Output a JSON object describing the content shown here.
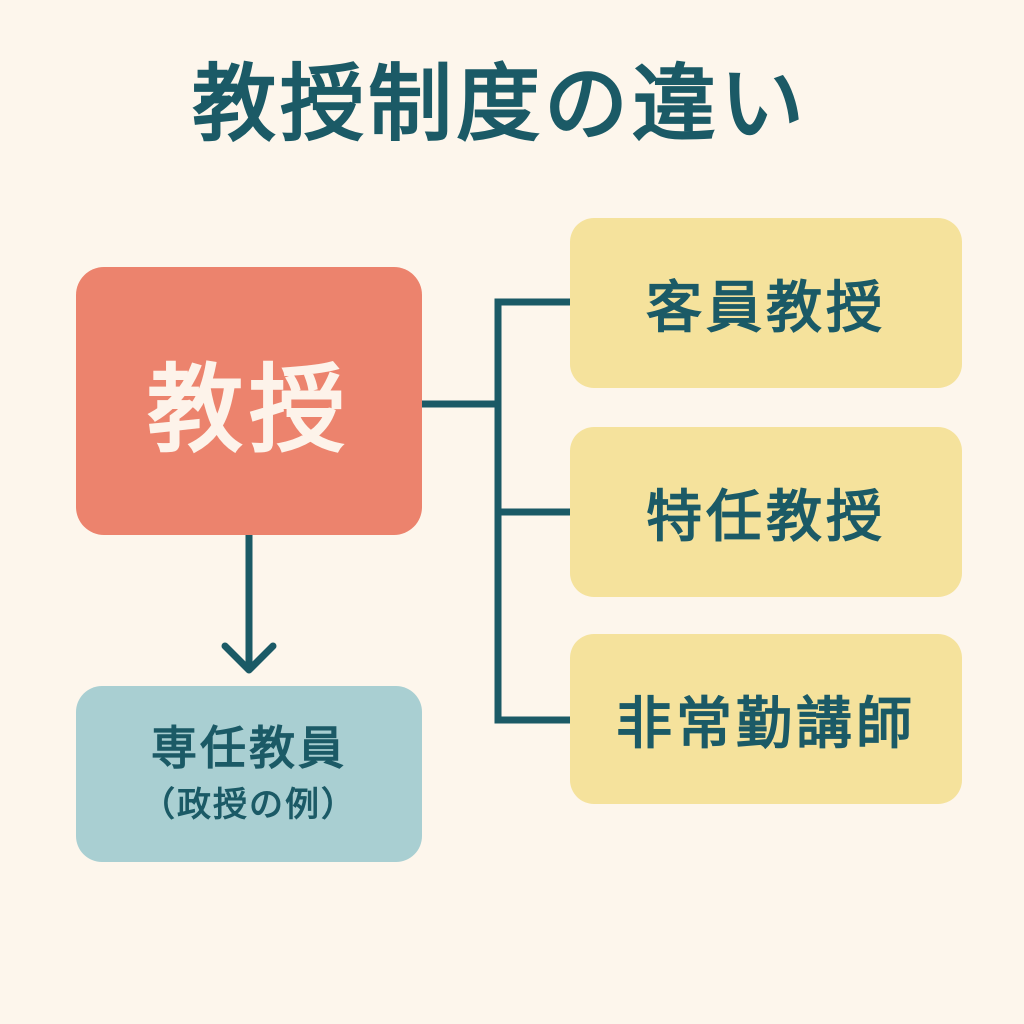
{
  "title": "教授制度の違い",
  "main": {
    "label": "教授"
  },
  "sub": {
    "line1": "専任教員",
    "line2": "（政授の例）"
  },
  "branches": [
    {
      "label": "客員教授"
    },
    {
      "label": "特任教授"
    },
    {
      "label": "非常勤講師"
    }
  ],
  "colors": {
    "background": "#fdf6ec",
    "accent": "#1b5a66",
    "main_box": "#ec836d",
    "sub_box": "#a9cfd2",
    "branch_box": "#f5e29c"
  }
}
